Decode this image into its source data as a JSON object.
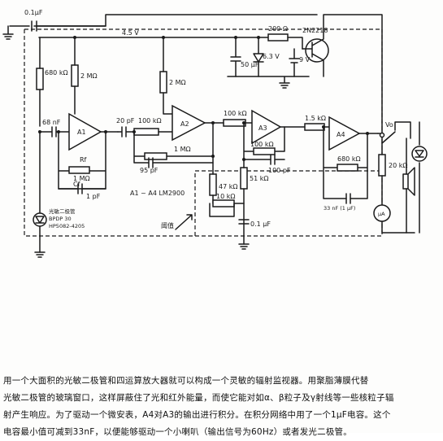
{
  "schematic": {
    "components": {
      "cap_input": "0.1μF",
      "supply_rail": "4.5 V",
      "res_680k": "680 kΩ",
      "res_2m_left": "2 MΩ",
      "cap_68n": "68 nF",
      "amp_a1": "A1",
      "res_rf": "Rf",
      "res_1m_a1": "1 MΩ",
      "cap_cf": "Cf",
      "cap_1p": "1 pF",
      "cap_20p": "20 pF",
      "res_100k_a2": "100 kΩ",
      "res_2m_a2": "2 MΩ",
      "amp_a2": "A2",
      "res_1m_a2": "1 MΩ",
      "cap_95p": "95 pF",
      "amp_range": "A1 ~ A4  LM2900",
      "res_100k_a3_in": "100 kΩ",
      "amp_a3": "A3",
      "res_100k_a3_fb": "100 kΩ",
      "cap_100p": "100 pF",
      "res_51k": "51 kΩ",
      "res_47k": "47 kΩ",
      "res_10k": "10 kΩ",
      "cap_0_1u": "0.1 μF",
      "label_threshold": "阈值",
      "res_1_5k": "1.5 kΩ",
      "amp_a4": "A4",
      "res_680k_a4": "680 kΩ",
      "cap_33n": "33 nF (1 μF)",
      "res_200": "200 Ω",
      "cap_50u": "50 μF",
      "zener": "6.3 V",
      "supply_9v": "9 V",
      "transistor": "2N2218",
      "res_20k": "20 kΩ",
      "out_vo": "Vo",
      "meter_ua": "μA",
      "photodiode_note": [
        "光敏二极管",
        "BPDP 30",
        "HP5082-4205",
        "",
        ""
      ]
    }
  },
  "caption": {
    "lines": [
      "用一个大面积的光敏二极管和四运算放大器就可以构成一个灵敏的辐射监视器。用聚脂薄膜代替",
      "光敏二极管的玻璃窗口，这样屏蔽住了光和红外能量，而使它能对如α、β粒子及γ射线等一些核粒子辐",
      "射产生响应。为了驱动一个微安表，A4对A3的输出进行积分。在积分网络中用了一个1μF电容。这个",
      "电容最小值可减到33nF，以便能够驱动一个小喇叭（输出信号为60Hz）或者发光二极管。"
    ]
  }
}
